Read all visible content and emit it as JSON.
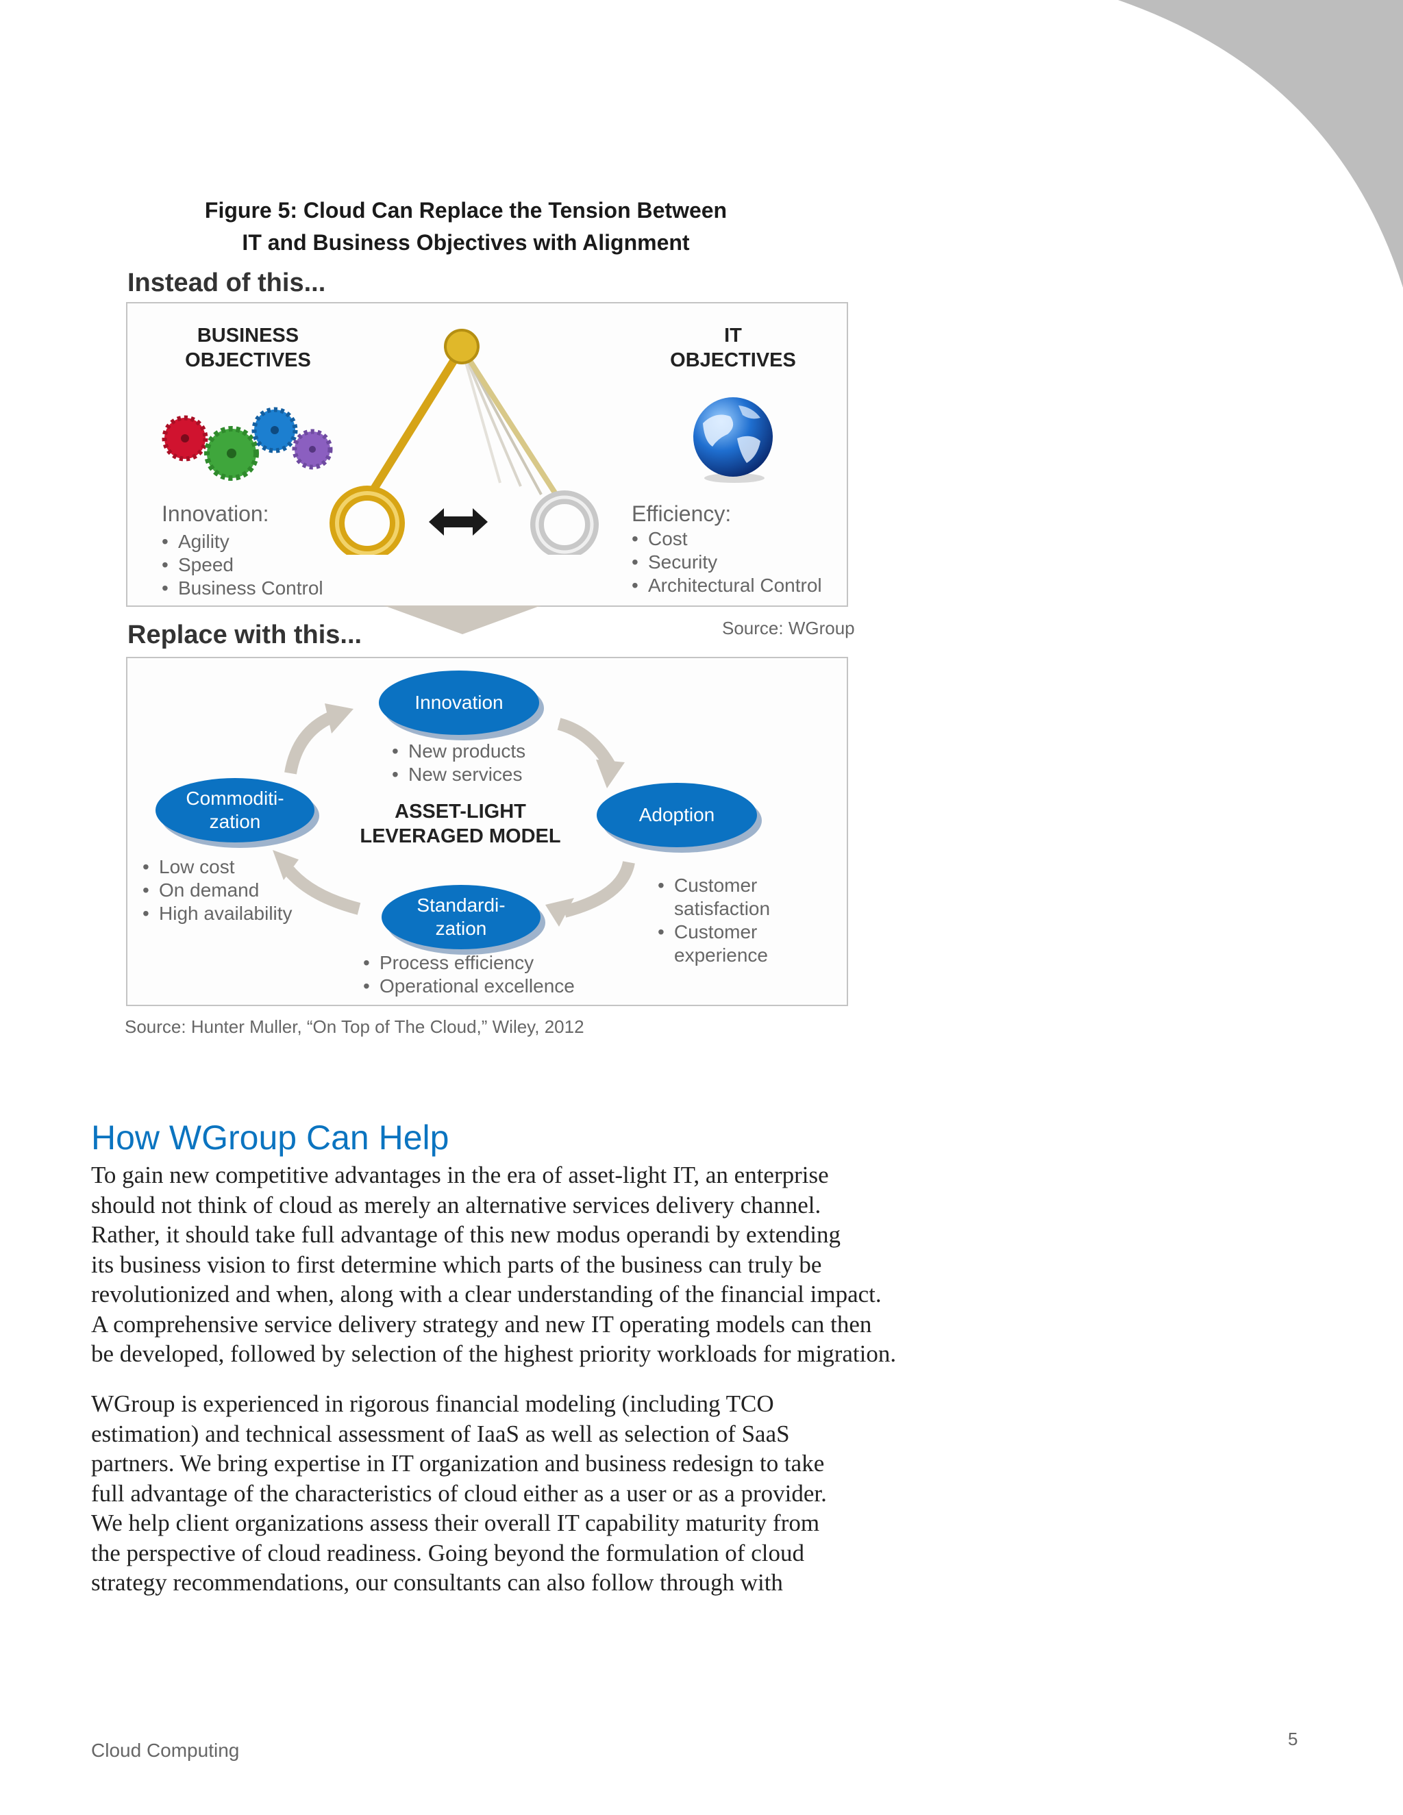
{
  "figure": {
    "title_lines": [
      "Figure 5: Cloud Can Replace the Tension Between",
      "IT and Business Objectives with Alignment"
    ]
  },
  "top_panel": {
    "heading": "Instead of this...",
    "business_caption": [
      "BUSINESS",
      "OBJECTIVES"
    ],
    "it_caption": [
      "IT",
      "OBJECTIVES"
    ],
    "left_title": "Innovation:",
    "left_items": [
      "Agility",
      "Speed",
      "Business Control"
    ],
    "right_title": "Efficiency:",
    "right_items": [
      "Cost",
      "Security",
      "Architectural Control"
    ],
    "source": "Source: WGroup"
  },
  "bottom_panel": {
    "heading": "Replace with this...",
    "center_label": [
      "ASSET-LIGHT",
      "LEVERAGED MODEL"
    ],
    "nodes": {
      "innovation": {
        "label": [
          "Innovation"
        ],
        "items": [
          "New products",
          "New services"
        ]
      },
      "adoption": {
        "label": [
          "Adoption"
        ],
        "items": [
          [
            "Customer",
            "satisfaction"
          ],
          [
            "Customer",
            "experience"
          ]
        ]
      },
      "standardization": {
        "label": [
          "Standardi-",
          "zation"
        ],
        "items": [
          "Process efficiency",
          "Operational excellence"
        ]
      },
      "commoditization": {
        "label": [
          "Commoditi-",
          "zation"
        ],
        "items": [
          "Low cost",
          "On demand",
          "High availability"
        ]
      }
    },
    "source": "Source: Hunter Muller, “On Top of The Cloud,” Wiley, 2012"
  },
  "article": {
    "heading": "How WGroup Can Help",
    "paragraphs": [
      [
        "To gain new competitive advantages in the era of asset-light IT, an enterprise",
        "should not think of cloud as merely an alternative services delivery channel.",
        "Rather, it should take full advantage of this new modus operandi by extending",
        "its business vision to first determine which parts of the business can truly be",
        "revolutionized and when, along with a clear understanding of the financial impact.",
        "A comprehensive service delivery strategy and new IT operating models can then",
        "be developed, followed by selection of the highest priority workloads for migration."
      ],
      [
        "WGroup is experienced in rigorous financial modeling (including TCO",
        "estimation) and technical assessment of IaaS as well as selection of SaaS",
        "partners.  We bring expertise in IT organization and business redesign to take",
        "full advantage of the characteristics of cloud either as a user or as a provider.",
        "We help client organizations assess their overall IT capability maturity from",
        "the perspective of cloud readiness.  Going beyond the formulation of cloud",
        "strategy recommendations, our consultants can also follow through with"
      ]
    ]
  },
  "footer": {
    "left": "Cloud Computing",
    "page_number": "5"
  },
  "colors": {
    "accent": "#0b74c0",
    "oval": "#0b72c2",
    "corner": "#bdbdbd",
    "arrow": "#cdc7be"
  }
}
